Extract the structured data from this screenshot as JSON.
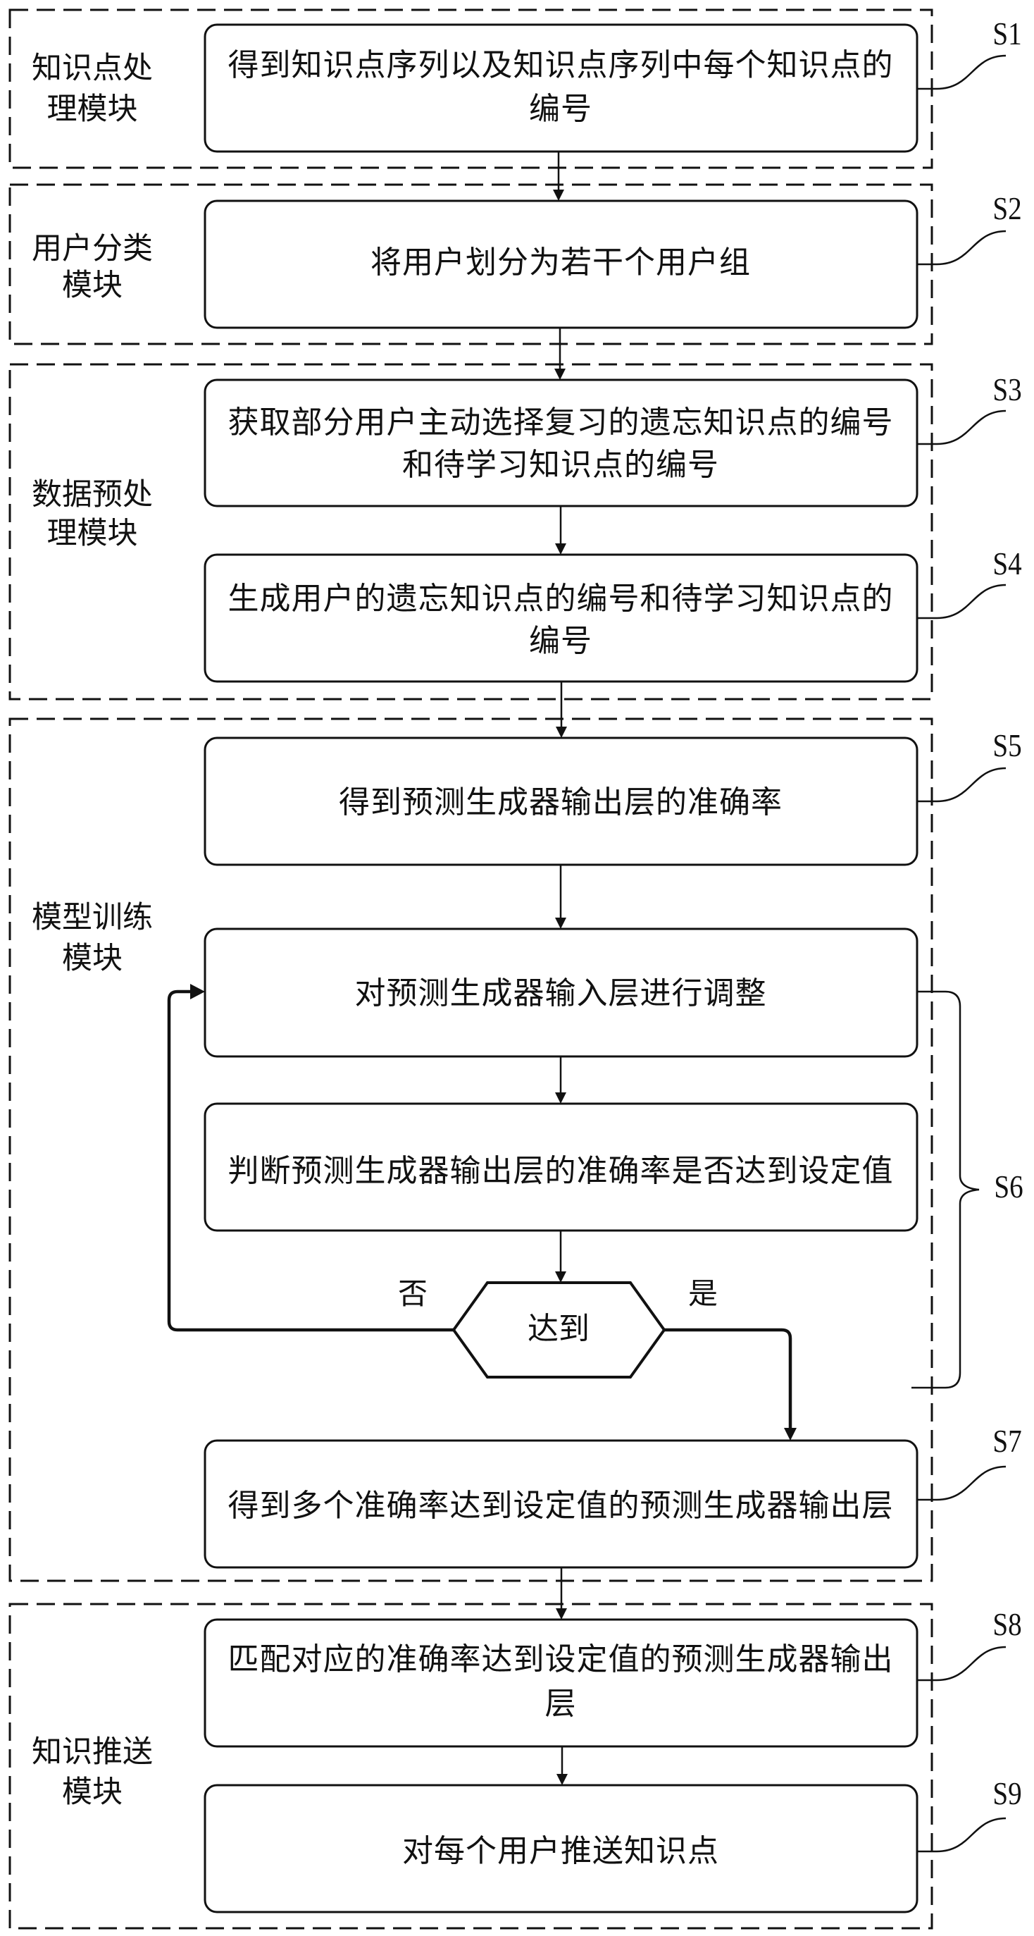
{
  "diagram": {
    "type": "flowchart",
    "modules": [
      {
        "id": "m1",
        "label_lines": [
          "知识点处",
          "理模块"
        ]
      },
      {
        "id": "m2",
        "label_lines": [
          "用户分类",
          "模块"
        ]
      },
      {
        "id": "m3",
        "label_lines": [
          "数据预处",
          "理模块"
        ]
      },
      {
        "id": "m4",
        "label_lines": [
          "模型训练",
          "模块"
        ]
      },
      {
        "id": "m5",
        "label_lines": [
          "知识推送",
          "模块"
        ]
      }
    ],
    "steps": [
      {
        "id": "S1",
        "label": "S1",
        "module": "m1",
        "text_lines": [
          "得到知识点序列以及知识点序列中每个知识点的",
          "编号"
        ]
      },
      {
        "id": "S2",
        "label": "S2",
        "module": "m2",
        "text_lines": [
          "将用户划分为若干个用户组"
        ]
      },
      {
        "id": "S3",
        "label": "S3",
        "module": "m3",
        "text_lines": [
          "获取部分用户主动选择复习的遗忘知识点的编号",
          "和待学习知识点的编号"
        ]
      },
      {
        "id": "S4",
        "label": "S4",
        "module": "m3",
        "text_lines": [
          "生成用户的遗忘知识点的编号和待学习知识点的",
          "编号"
        ]
      },
      {
        "id": "S5",
        "label": "S5",
        "module": "m4",
        "text_lines": [
          "得到预测生成器输出层的准确率"
        ]
      },
      {
        "id": "S6a",
        "label": "",
        "module": "m4",
        "text_lines": [
          "对预测生成器输入层进行调整"
        ]
      },
      {
        "id": "S6b",
        "label": "",
        "module": "m4",
        "text_lines": [
          "判断预测生成器输出层的准确率是否达到设定值"
        ]
      },
      {
        "id": "S7",
        "label": "S7",
        "module": "m4",
        "text_lines": [
          "得到多个准确率达到设定值的预测生成器输出层"
        ]
      },
      {
        "id": "S8",
        "label": "S8",
        "module": "m5",
        "text_lines": [
          "匹配对应的准确率达到设定值的预测生成器输出",
          "层"
        ]
      },
      {
        "id": "S9",
        "label": "S9",
        "module": "m5",
        "text_lines": [
          "对每个用户推送知识点"
        ]
      }
    ],
    "decision": {
      "text": "达到",
      "no_label": "否",
      "yes_label": "是",
      "no_target": "S6a",
      "yes_target": "S7"
    },
    "bracket": {
      "label": "S6",
      "spans": [
        "S6a",
        "S6b",
        "decision"
      ]
    },
    "edges": [
      [
        "S1",
        "S2"
      ],
      [
        "S2",
        "S3"
      ],
      [
        "S3",
        "S4"
      ],
      [
        "S4",
        "S5"
      ],
      [
        "S5",
        "S6a"
      ],
      [
        "S6a",
        "S6b"
      ],
      [
        "S6b",
        "decision"
      ],
      [
        "decision",
        "S7"
      ],
      [
        "decision",
        "S6a"
      ],
      [
        "S7",
        "S8"
      ],
      [
        "S8",
        "S9"
      ]
    ],
    "colors": {
      "line": "#111111",
      "background": "#ffffff"
    }
  }
}
